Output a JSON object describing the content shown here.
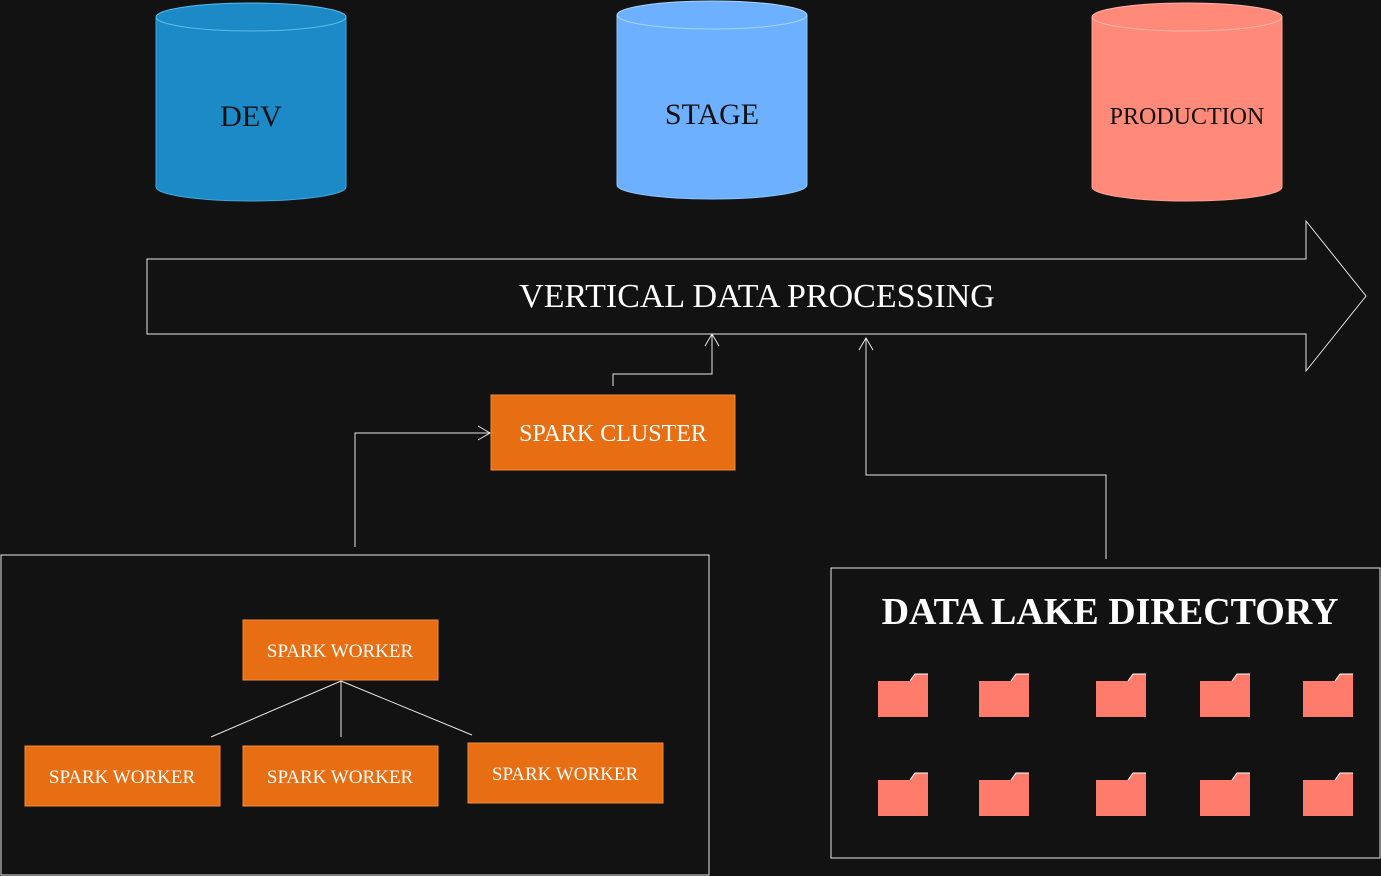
{
  "diagram": {
    "databases": [
      {
        "label": "DEV",
        "color": "#1B8AC6"
      },
      {
        "label": "STAGE",
        "color": "#6CB0FF"
      },
      {
        "label": "PRODUCTION",
        "color": "#FF8A7A"
      }
    ],
    "process_arrow": {
      "label": "VERTICAL DATA PROCESSING"
    },
    "spark_cluster": {
      "label": "SPARK CLUSTER"
    },
    "spark_workers": [
      {
        "label": "SPARK WORKER"
      },
      {
        "label": "SPARK WORKER"
      },
      {
        "label": "SPARK WORKER"
      },
      {
        "label": "SPARK WORKER"
      }
    ],
    "data_lake": {
      "title": "DATA LAKE DIRECTORY",
      "folder_rows": 2,
      "folders_per_row": 5
    },
    "colors": {
      "background": "#121212",
      "line": "#E6E6E6",
      "spark_orange": "#E86E13",
      "folder": "#FF7B6B"
    }
  }
}
